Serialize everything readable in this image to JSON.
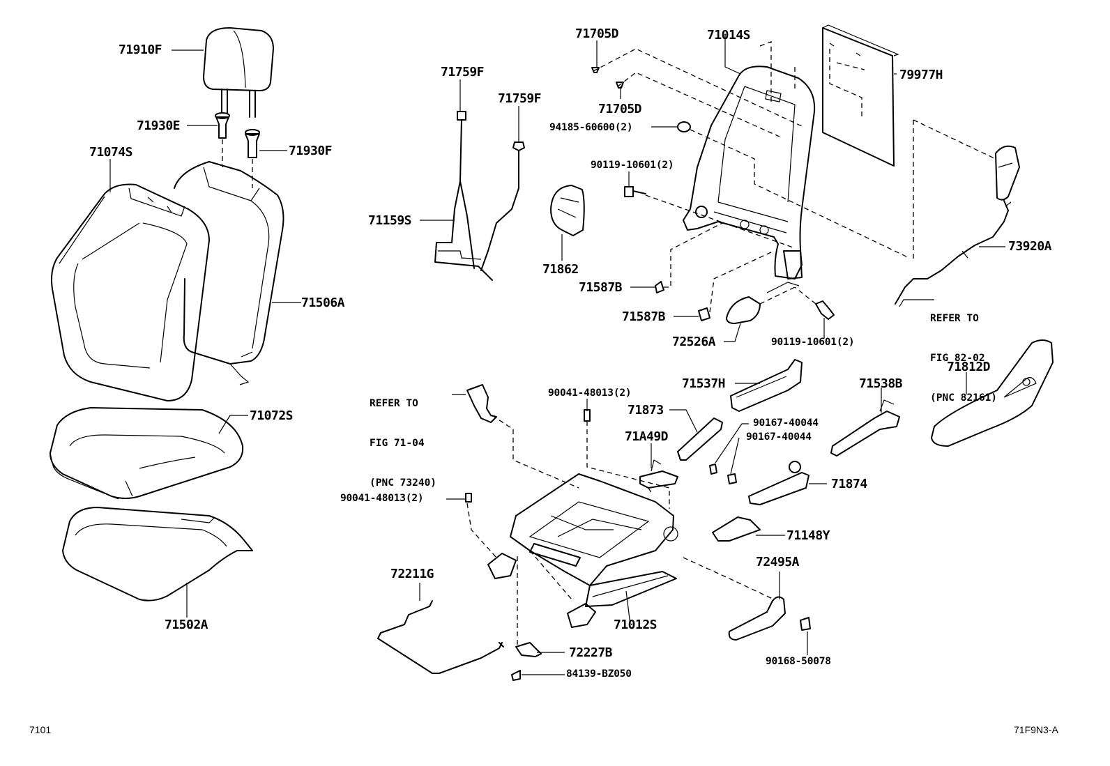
{
  "diagram_title": "",
  "parts": {
    "p71910F": "71910F",
    "p71930E": "71930E",
    "p71930F": "71930F",
    "p71074S": "71074S",
    "p71506A": "71506A",
    "p71072S": "71072S",
    "p71502A": "71502A",
    "p71759F_a": "71759F",
    "p71759F_b": "71759F",
    "p71159S": "71159S",
    "p71862": "71862",
    "p71705D_a": "71705D",
    "p71705D_b": "71705D",
    "p94185": "94185-60600(2)",
    "p90119_a": "90119-10601(2)",
    "p71014S": "71014S",
    "p79977H": "79977H",
    "p73920A": "73920A",
    "p71587B_a": "71587B",
    "p71587B_b": "71587B",
    "p72526A": "72526A",
    "p90119_b": "90119-10601(2)",
    "p71537H": "71537H",
    "p71538B": "71538B",
    "p71812D": "71812D",
    "p90041_a": "90041-48013(2)",
    "p71873": "71873",
    "p90167_a": "90167-40044",
    "p90167_b": "90167-40044",
    "p71A49D": "71A49D",
    "p71874": "71874",
    "p90041_b": "90041-48013(2)",
    "p71148Y": "71148Y",
    "p72495A": "72495A",
    "p72211G": "72211G",
    "p71012S": "71012S",
    "p72227B": "72227B",
    "p84139": "84139-BZ050",
    "p90168": "90168-50078"
  },
  "references": {
    "ref_fig71": [
      "REFER TO",
      "FIG 71-04",
      "(PNC 73240)"
    ],
    "ref_fig82": [
      "REFER TO",
      "FIG 82-02",
      "(PNC 82161)"
    ]
  },
  "footer": {
    "page_code": "7101",
    "figure_id": "71F9N3-A"
  }
}
